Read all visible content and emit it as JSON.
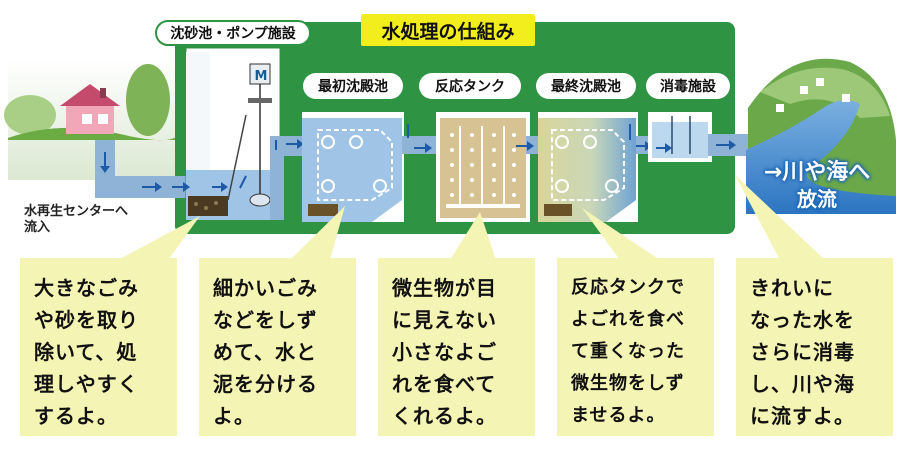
{
  "title": "水処理の仕組み",
  "facilities": {
    "grit_pump": "沈砂池・ポンプ施設",
    "primary": "最初沈殿池",
    "reaction": "反応タンク",
    "final": "最終沈殿池",
    "disinfection": "消毒施設"
  },
  "motor_letter": "M",
  "river_label": {
    "line1": "→川や海へ",
    "line2": "放流"
  },
  "inflow_label": "水再生センターへ\n流入",
  "descriptions": [
    "大きなごみ\nや砂を取り\n除いて、処\n理しやすく\nするよ。",
    "細かいごみ\nなどをしず\nめて、水と\n泥を分ける\nよ。",
    "微生物が目\nに見えない\n小さなよご\nれを食べて\nくれるよ。",
    "反応タンクで\nよごれを食べ\nて重くなった\n微生物をしず\nませるよ。",
    "きれいに\nなった水を\nさらに消毒\nし、川や海\nに流すよ。"
  ],
  "colors": {
    "panel_green": "#2e9444",
    "title_yellow": "#f2ee1d",
    "callout_yellow": "#f4f4b4",
    "water_blue": "#9fc4e6",
    "flow_blue": "#1f5aa6"
  }
}
